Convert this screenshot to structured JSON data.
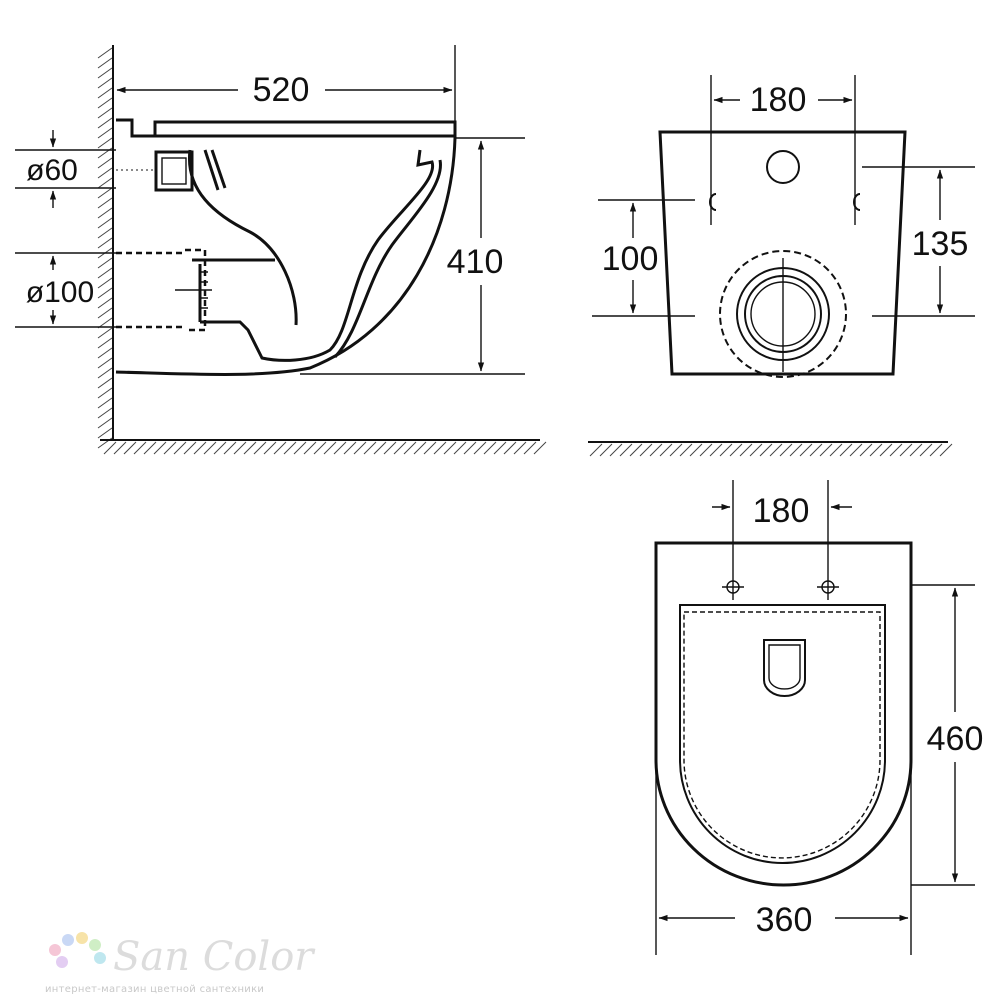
{
  "side_view": {
    "width_label": "520",
    "height_label": "410",
    "inlet_label": "ø60",
    "outlet_label": "ø100"
  },
  "back_view": {
    "bolt_spacing_label": "180",
    "outlet_height_label": "100",
    "inlet_height_label": "135"
  },
  "top_view": {
    "bolt_spacing_label": "180",
    "depth_label": "460",
    "width_label": "360"
  },
  "watermark": {
    "brand": "San Color",
    "tagline": "интернет-магазин цветной сантехники",
    "dot_colors": [
      "#f5c6d6",
      "#c9d8f5",
      "#f7e3a8",
      "#cfeec5",
      "#e3cdf2",
      "#bfe7ef"
    ]
  }
}
